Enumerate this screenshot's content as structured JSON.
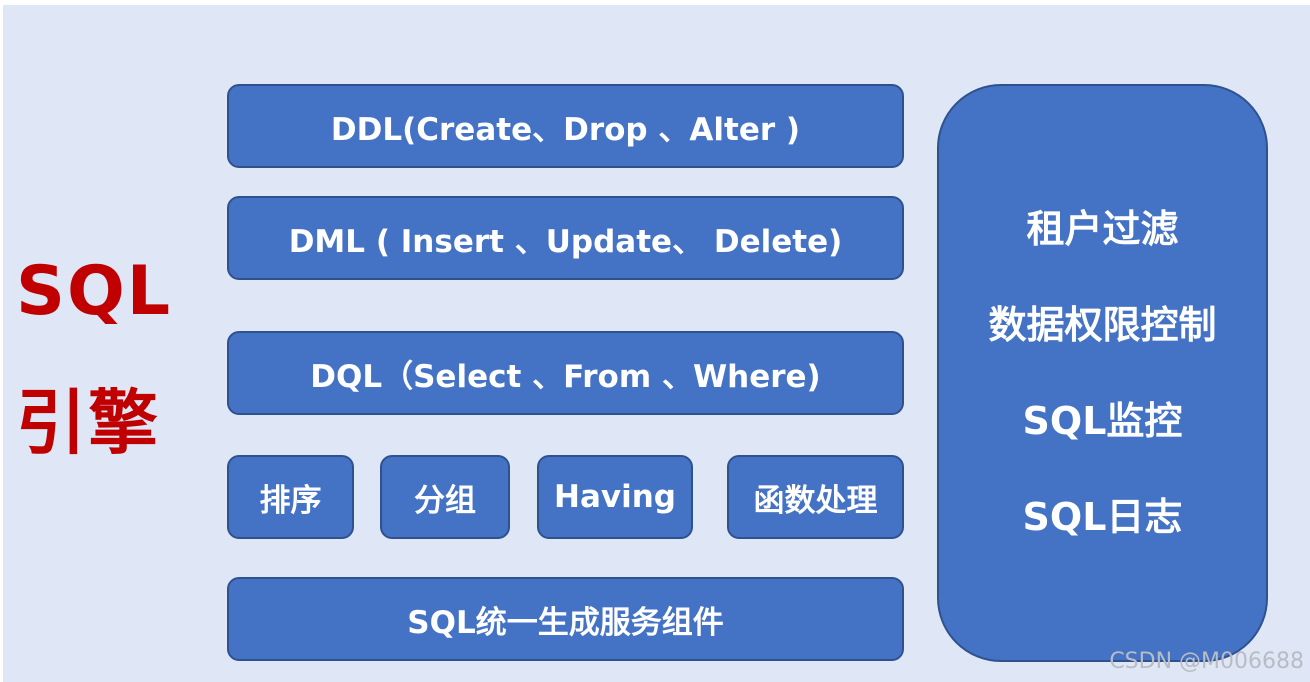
{
  "side_title": {
    "line1": "SQL",
    "line2": "引擎"
  },
  "layers": {
    "ddl": "DDL(Create、Drop 、Alter )",
    "dml": "DML ( Insert 、Update、 Delete)",
    "dql": "DQL（Select 、From 、Where)",
    "ops": [
      "排序",
      "分组",
      "Having",
      "函数处理"
    ],
    "service": "SQL统一生成服务组件"
  },
  "right_panel": {
    "items": [
      "租户过滤",
      "数据权限控制",
      "SQL监控",
      "SQL日志"
    ]
  },
  "watermark": "CSDN @M006688",
  "colors": {
    "box_fill": "#4472c4",
    "box_border": "#2f528f",
    "background": "#dfe7f6",
    "title_red": "#c00000"
  }
}
